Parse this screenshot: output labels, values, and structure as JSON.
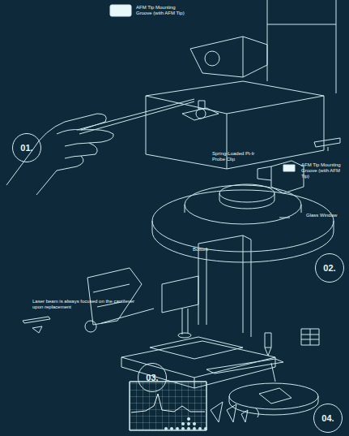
{
  "diagram": {
    "nodes": [
      {
        "text": [
          "01."
        ]
      },
      {
        "text": [
          "02."
        ]
      },
      {
        "text": [
          "03."
        ]
      },
      {
        "text": [
          "04."
        ]
      }
    ],
    "labels": [
      "AFM Tip Mounting Groove (with AFM Tip)",
      "Spring-Loaded Pt-Ir Probe Clip",
      "AFM Tip Mounting Groove (with AFM Tip)",
      "Glass Window",
      "Bottom",
      "Laser beam is always focused on the cantilever upon replacement"
    ]
  }
}
